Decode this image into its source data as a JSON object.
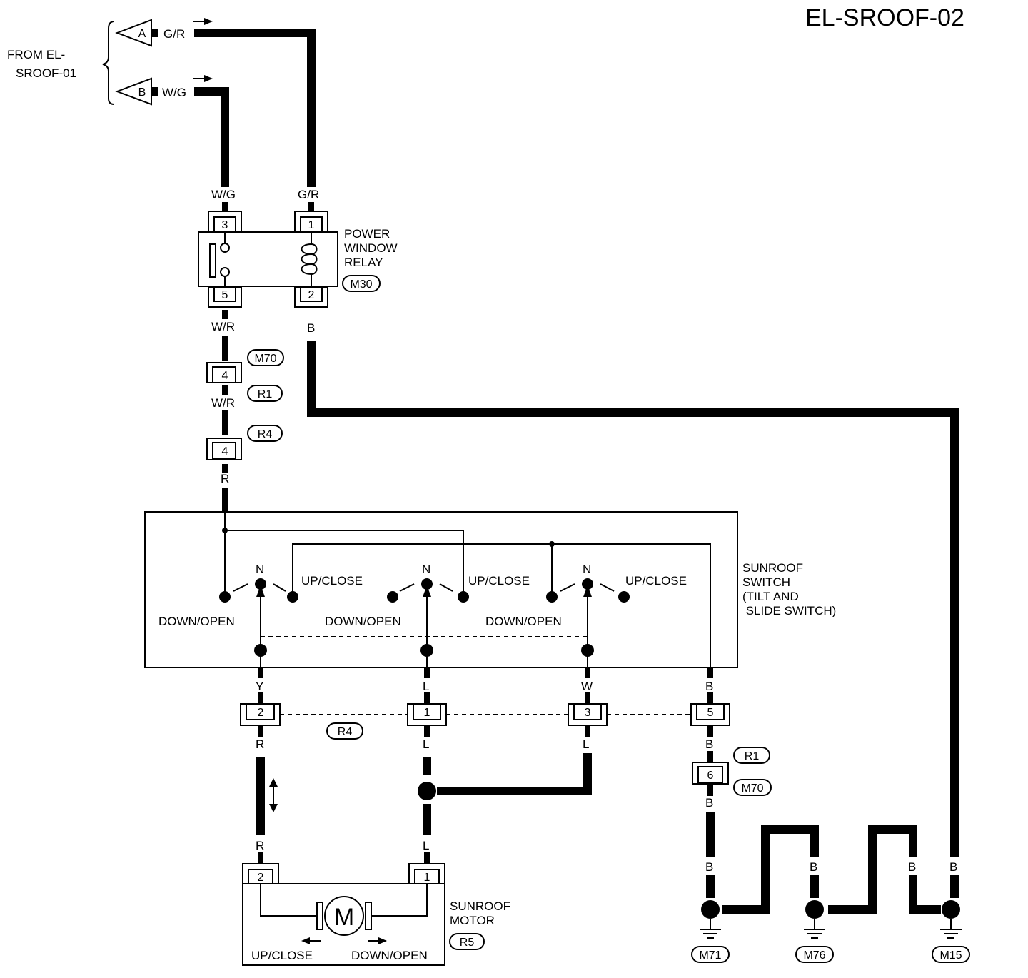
{
  "title": "EL-SROOF-02",
  "from_label": [
    "FROM EL-",
    "SROOF-01"
  ],
  "from_connectors": [
    {
      "letter": "A",
      "wire": "G/R"
    },
    {
      "letter": "B",
      "wire": "W/G"
    }
  ],
  "relay": {
    "label": [
      "POWER",
      "WINDOW",
      "RELAY"
    ],
    "connector": "M30",
    "pins": {
      "p1": "1",
      "p2": "2",
      "p3": "3",
      "p5": "5"
    },
    "wires": {
      "top_left": "W/G",
      "top_right": "G/R",
      "bottom_left": "W/R",
      "bottom_right": "B"
    }
  },
  "harness_upper": {
    "pin_a": "4",
    "pin_b": "4",
    "conn_m70": "M70",
    "conn_r1": "R1",
    "conn_r4": "R4",
    "wire_mid": "W/R",
    "wire_bottom": "R"
  },
  "sunroof_switch": {
    "label": [
      "SUNROOF",
      "SWITCH",
      "(TILT AND",
      " SLIDE SWITCH)"
    ],
    "n": "N",
    "up_close": "UP/CLOSE",
    "down_open": "DOWN/OPEN"
  },
  "switch_harness": {
    "wires_top": [
      "Y",
      "L",
      "W",
      "B"
    ],
    "pins": [
      "2",
      "1",
      "3",
      "5"
    ],
    "conn": "R4",
    "wires_bottom": [
      "R",
      "L",
      "L",
      "B"
    ]
  },
  "ground_harness": {
    "pin": "6",
    "conn_r1": "R1",
    "conn_m70": "M70",
    "wire_b": "B"
  },
  "motor": {
    "label": [
      "SUNROOF",
      "MOTOR"
    ],
    "connector": "R5",
    "symbol": "M",
    "pins": [
      "2",
      "1"
    ],
    "wires": [
      "R",
      "L"
    ],
    "up_close": "UP/CLOSE",
    "down_open": "DOWN/OPEN"
  },
  "grounds": [
    "M71",
    "M76",
    "M15"
  ]
}
